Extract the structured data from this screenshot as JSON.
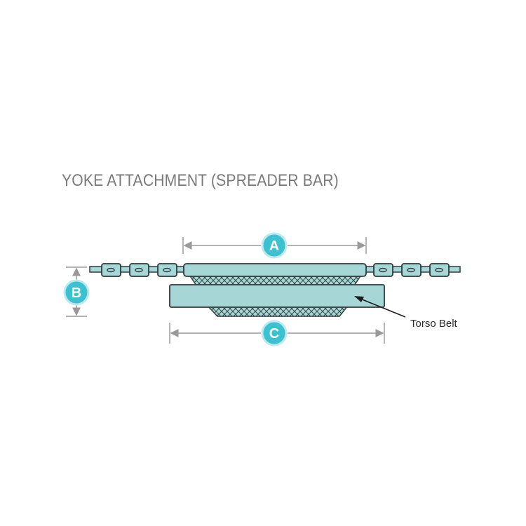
{
  "title": "YOKE ATTACHMENT (SPREADER BAR)",
  "dimensions": {
    "a_label": "A",
    "b_label": "B",
    "c_label": "C"
  },
  "callout": {
    "torso_belt": "Torso Belt"
  },
  "colors": {
    "fill": "#a7d6d6",
    "outline": "#2e3b3b",
    "accent": "#3cc1d0",
    "dimension_line": "#9a9a9a",
    "title": "#7a7a7a"
  }
}
